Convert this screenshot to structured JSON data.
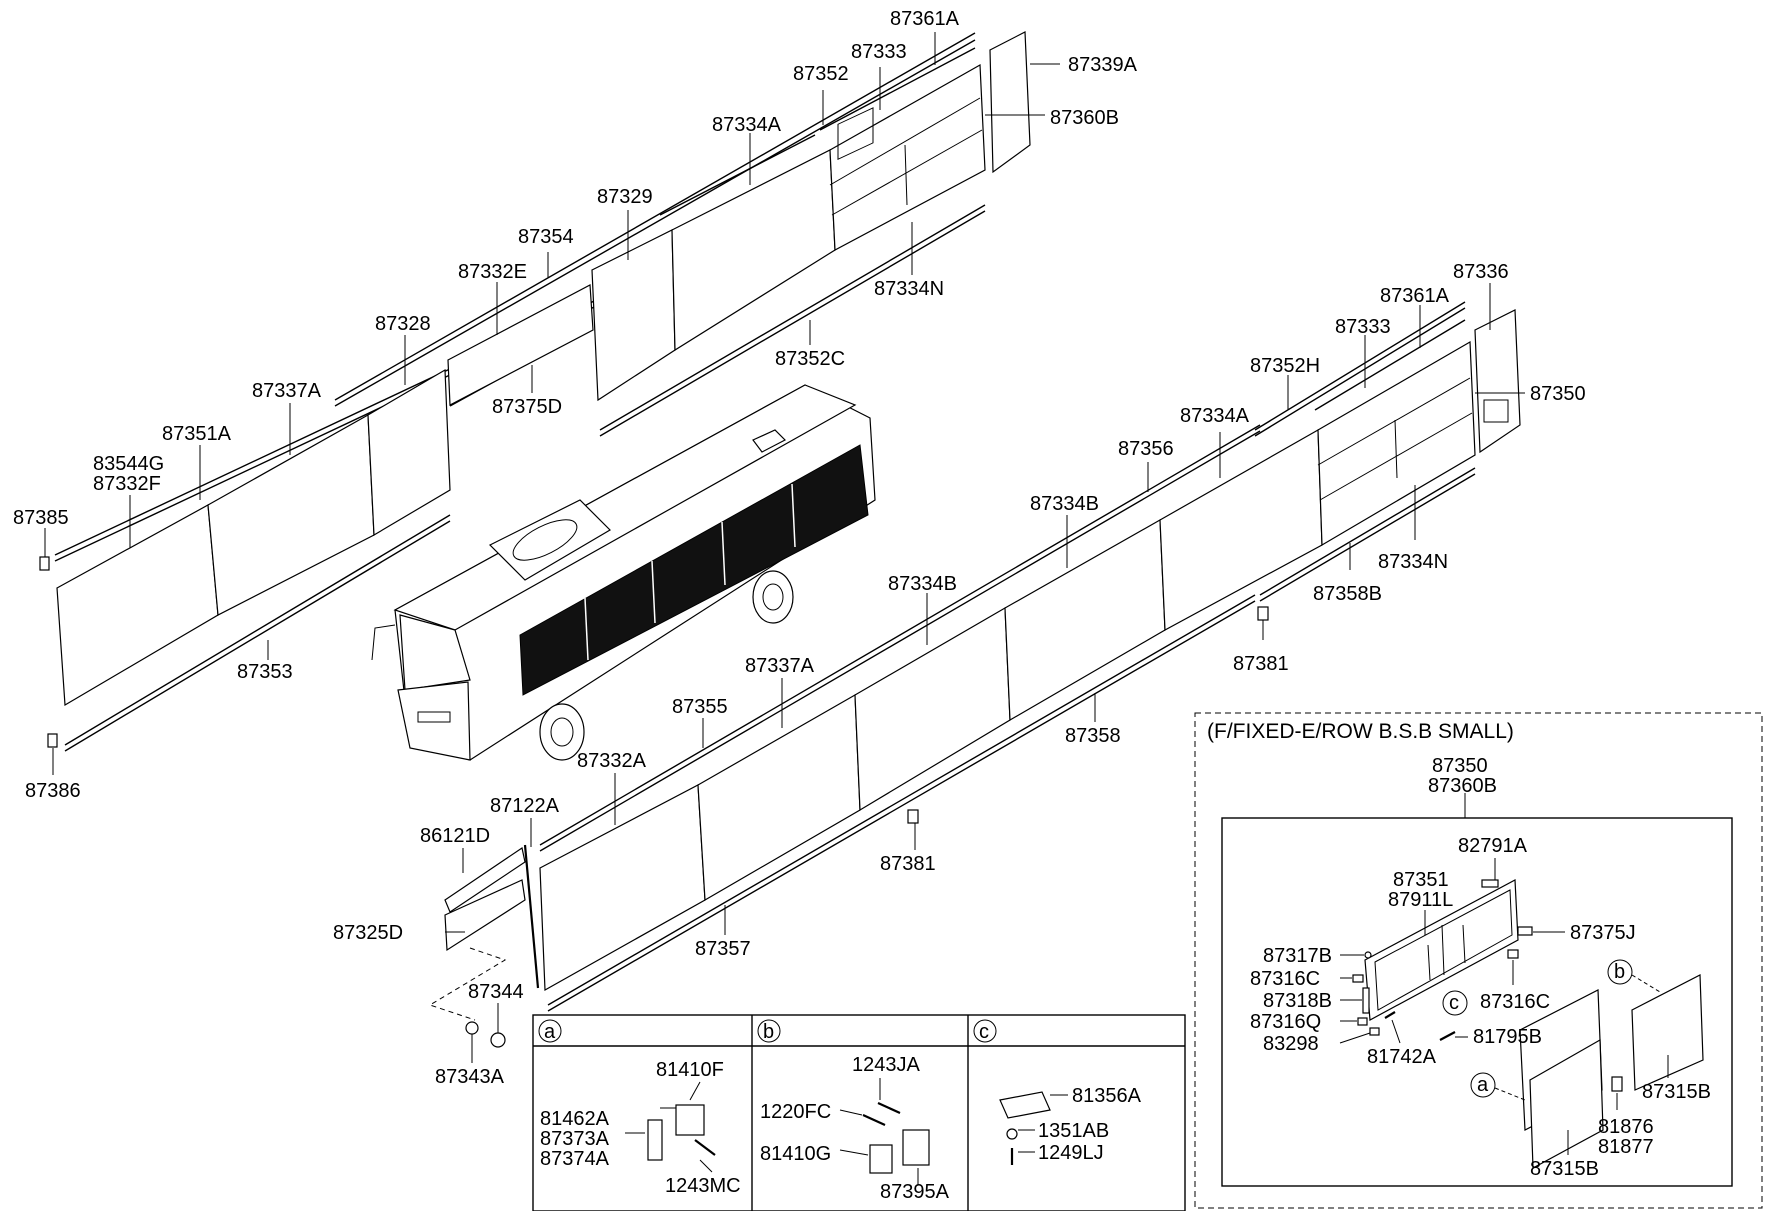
{
  "inset_header": "(F/FIXED-E/ROW B.S.B SMALL)",
  "callouts": {
    "a": "a",
    "b": "b",
    "c": "c"
  },
  "labels": {
    "l87361A_top": "87361A",
    "l87333_top": "87333",
    "l87339A": "87339A",
    "l87352": "87352",
    "l87360B_top": "87360B",
    "l87334A_top": "87334A",
    "l87329": "87329",
    "l87354": "87354",
    "l87334N_top": "87334N",
    "l87332E": "87332E",
    "l87328": "87328",
    "l87352C": "87352C",
    "l87375D": "87375D",
    "l87337A_top": "87337A",
    "l87351A": "87351A",
    "l83544G": "83544G",
    "l87332F": "87332F",
    "l87385": "87385",
    "l87353": "87353",
    "l87386": "87386",
    "l87336": "87336",
    "l87361A_r": "87361A",
    "l87333_r": "87333",
    "l87352H": "87352H",
    "l87350_r": "87350",
    "l87334A_r": "87334A",
    "l87356": "87356",
    "l87334B_1": "87334B",
    "l87334N_r": "87334N",
    "l87358B": "87358B",
    "l87334B_2": "87334B",
    "l87381_1": "87381",
    "l87337A_r": "87337A",
    "l87355": "87355",
    "l87358": "87358",
    "l87332A": "87332A",
    "l87122A": "87122A",
    "l86121D": "86121D",
    "l87381_2": "87381",
    "l87325D": "87325D",
    "l87357": "87357",
    "l87344": "87344",
    "l87343A": "87343A",
    "l81410F": "81410F",
    "l81462A": "81462A",
    "l87373A": "87373A",
    "l87374A": "87374A",
    "l1243MC": "1243MC",
    "l1243JA": "1243JA",
    "l1220FC": "1220FC",
    "l81410G": "81410G",
    "l87395A": "87395A",
    "l81356A": "81356A",
    "l1351AB": "1351AB",
    "l1249LJ": "1249LJ",
    "i87350": "87350",
    "i87360B": "87360B",
    "i82791A": "82791A",
    "i87351": "87351",
    "i87911L": "87911L",
    "i87375J": "87375J",
    "i87317B": "87317B",
    "i87316C_1": "87316C",
    "i87318B": "87318B",
    "i87316Q": "87316Q",
    "i83298": "83298",
    "i81742A": "81742A",
    "i87316C_2": "87316C",
    "i81795B": "81795B",
    "i87315B_1": "87315B",
    "i87315B_2": "87315B",
    "i81876": "81876",
    "i81877": "81877"
  }
}
